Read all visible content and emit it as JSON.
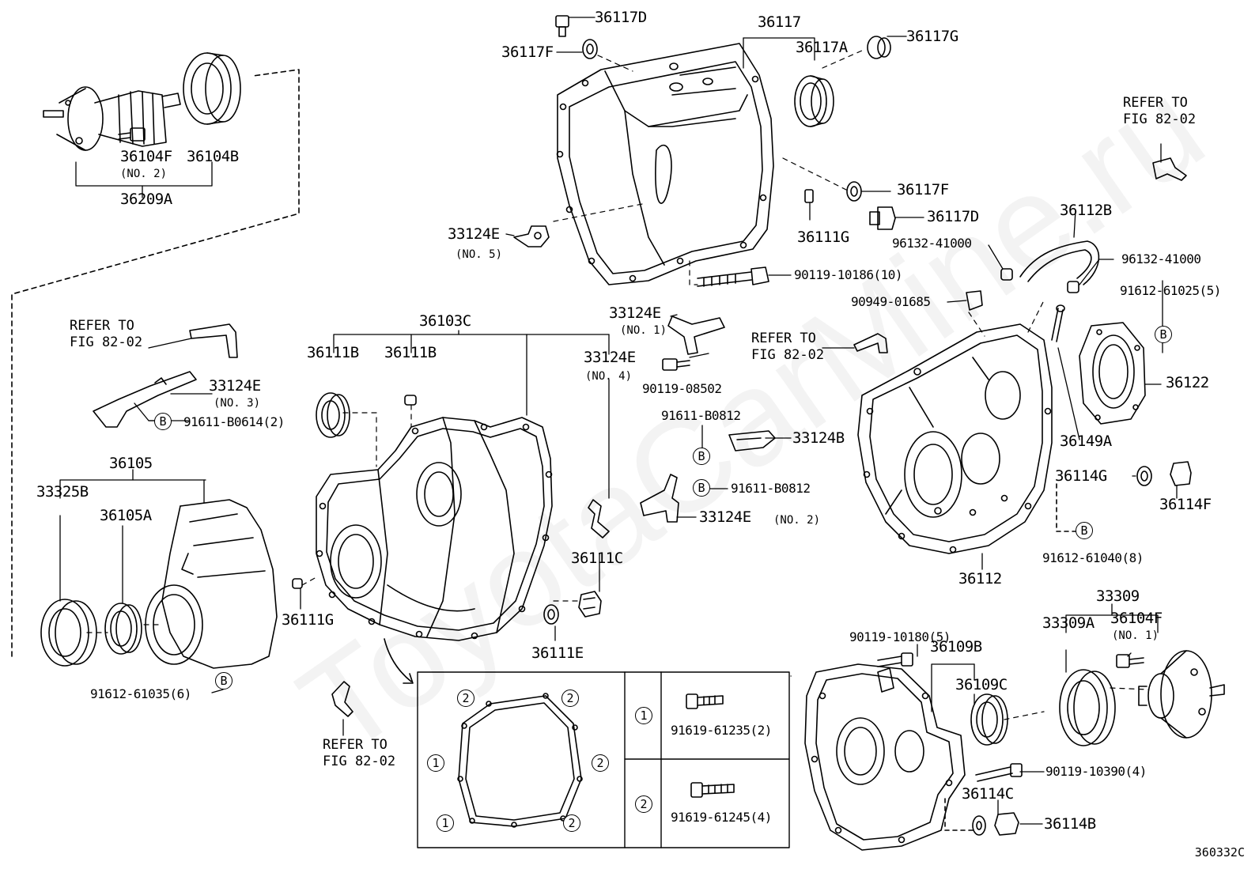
{
  "diagram_code": "360332C",
  "watermark": "ToyotaCarMine.ru",
  "parts": {
    "p36117D_top": "36117D",
    "p36117F_top": "36117F",
    "p36117": "36117",
    "p36117A": "36117A",
    "p36117G": "36117G",
    "p36117F_mid": "36117F",
    "p36117D_mid": "36117D",
    "p36111G_top": "36111G",
    "p33124E_no5": "33124E",
    "p90119_10186": "90119-10186(10)",
    "p36112B": "36112B",
    "p96132_left": "96132-41000",
    "p96132_right": "96132-41000",
    "p91612_61025": "91612-61025(5)",
    "p90949_01685": "90949-01685",
    "p36104F_no2": "36104F",
    "p36104B": "36104B",
    "p36209A": "36209A",
    "p36103C": "36103C",
    "p36111B_a": "36111B",
    "p36111B_b": "36111B",
    "p33124E_no1": "33124E",
    "p33124E_no4": "33124E",
    "p90119_08502": "90119-08502",
    "p33124E_no3": "33124E",
    "p91611_B0614": "91611-B0614(2)",
    "p91611_B0812_a": "91611-B0812",
    "p33124B": "33124B",
    "p91611_B0812_b": "91611-B0812",
    "p33124E_no2": "33124E",
    "p36122": "36122",
    "p36149A": "36149A",
    "p36114G": "36114G",
    "p36114F": "36114F",
    "p91612_61040": "91612-61040(8)",
    "p36112": "36112",
    "p36105": "36105",
    "p33325B": "33325B",
    "p36105A": "36105A",
    "p36111C": "36111C",
    "p36111G_bot": "36111G",
    "p36111E": "36111E",
    "p91612_61035": "91612-61035(6)",
    "p33309": "33309",
    "p33309A": "33309A",
    "p36104F_no1": "36104F",
    "p90119_10180": "90119-10180(5)",
    "p36109B": "36109B",
    "p36109C": "36109C",
    "p90119_10390": "90119-10390(4)",
    "p36114C": "36114C",
    "p36114B": "36114B",
    "p91619_61235": "91619-61235(2)",
    "p91619_61245": "91619-61245(4)"
  },
  "notes": {
    "no1": "(NO. 1)",
    "no2": "(NO. 2)",
    "no2b": "(NO. 2)",
    "no3": "(NO. 3)",
    "no4": "(NO. 4)",
    "no5": "(NO. 5)",
    "no1b": "(NO. 1)"
  },
  "refers": {
    "r1": "REFER TO\nFIG 82-02",
    "r2": "REFER TO\nFIG 82-02",
    "r3": "REFER TO\nFIG 82-02",
    "r4": "REFER TO\nFIG 82-02"
  },
  "markers": {
    "B": "B",
    "one": "1",
    "two": "2"
  }
}
